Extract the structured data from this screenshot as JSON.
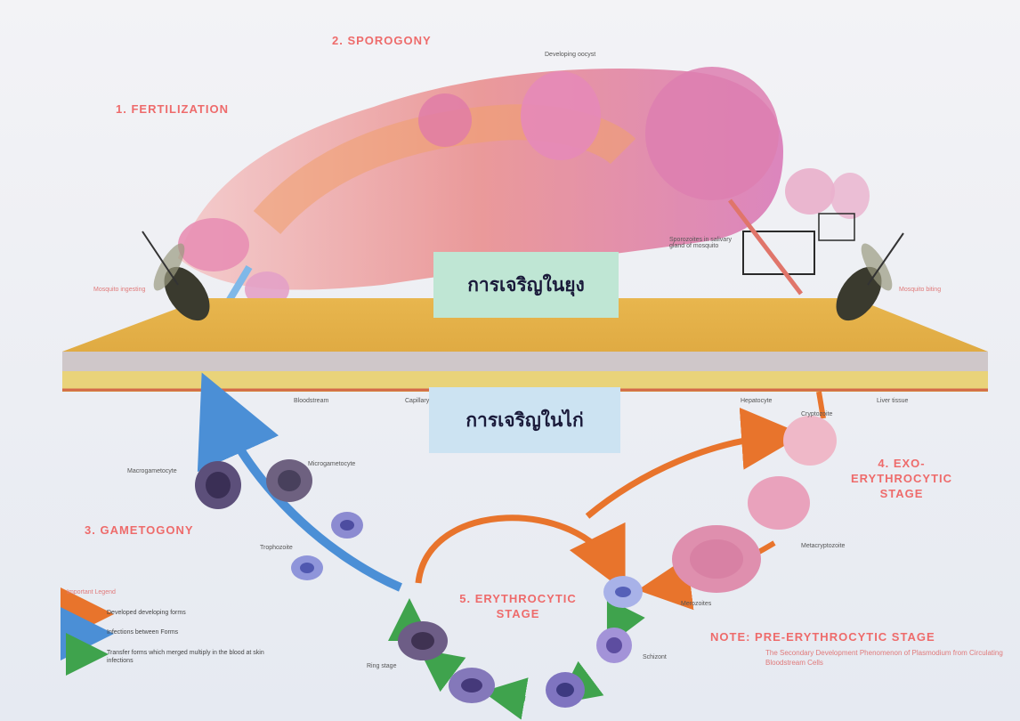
{
  "stages": {
    "fertilization": "1. FERTILIZATION",
    "sporogony": "2. SPOROGONY",
    "gametogony": "3. GAMETOGONY",
    "exo_erythrocytic": "4. EXO-ERYTHROCYTIC STAGE",
    "erythrocytic": "5. ERYTHROCYTIC STAGE"
  },
  "thai_labels": {
    "mosquito_development": "การเจริญในยุง",
    "host_development": "การเจริญในไก่"
  },
  "note": {
    "title": "NOTE: PRE-ERYTHROCYTIC STAGE",
    "body": "The Secondary Development Phenomenon of Plasmodium from Circulating Bloodstream Cells"
  },
  "legend": {
    "title": "Important Legend",
    "items": [
      {
        "text": "Developed developing forms",
        "color": "#e8742c"
      },
      {
        "text": "Infections between Forms",
        "color": "#4b8fd6"
      },
      {
        "text": "Transfer forms which merged multiply in the blood at skin infections",
        "color": "#3fa34d"
      }
    ]
  },
  "small_labels": {
    "mosquito_left": "Mosquito ingesting",
    "mosquito_right": "Mosquito biting",
    "oocyst": "Developing oocyst",
    "sporozoite_note": "Sporozoites in salivary gland of mosquito",
    "skin_left": "Bloodstream",
    "skin_mid": "Capillary",
    "skin_right_a": "Hepatocyte",
    "skin_right_b": "Liver tissue",
    "macrogamete": "Macrogametocyte",
    "microgamete": "Microgametocyte",
    "trophozoite": "Trophozoite",
    "schizont": "Schizont",
    "merozoite": "Merozoites",
    "ring": "Ring stage",
    "exo_a": "Cryptozoite",
    "exo_b": "Metacryptozoite"
  }
}
